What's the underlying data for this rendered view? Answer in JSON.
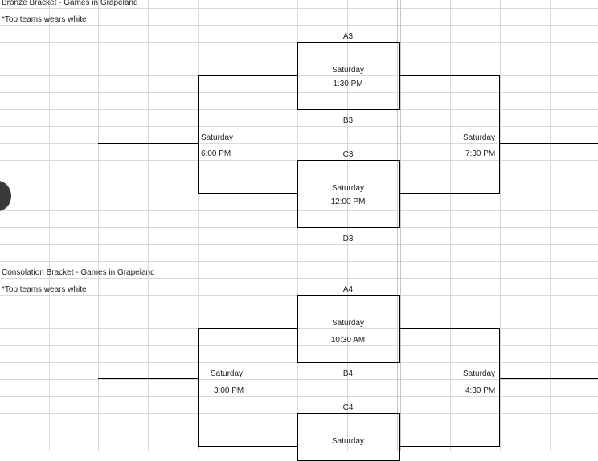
{
  "bronze": {
    "title": "Bronze Bracket - Games in Grapeland",
    "note": "*Top teams wears white",
    "slots": [
      "A3",
      "B3",
      "C3",
      "D3"
    ],
    "game1": {
      "day": "Saturday",
      "time": "1:30 PM"
    },
    "game2": {
      "day": "Saturday",
      "time": "12:00 PM"
    },
    "semi": {
      "day": "Saturday",
      "time": "6:00 PM"
    },
    "final": {
      "day": "Saturday",
      "time": "7:30 PM"
    }
  },
  "consolation": {
    "title": "Consolation Bracket - Games in Grapeland",
    "note": "*Top teams wears white",
    "slots": [
      "A4",
      "B4",
      "C4"
    ],
    "game1": {
      "day": "Saturday",
      "time": "10:30 AM"
    },
    "game2": {
      "day": "Saturday"
    },
    "semi": {
      "day": "Saturday",
      "time": "3:00 PM"
    },
    "final": {
      "day": "Saturday",
      "time": "4:30 PM"
    }
  }
}
